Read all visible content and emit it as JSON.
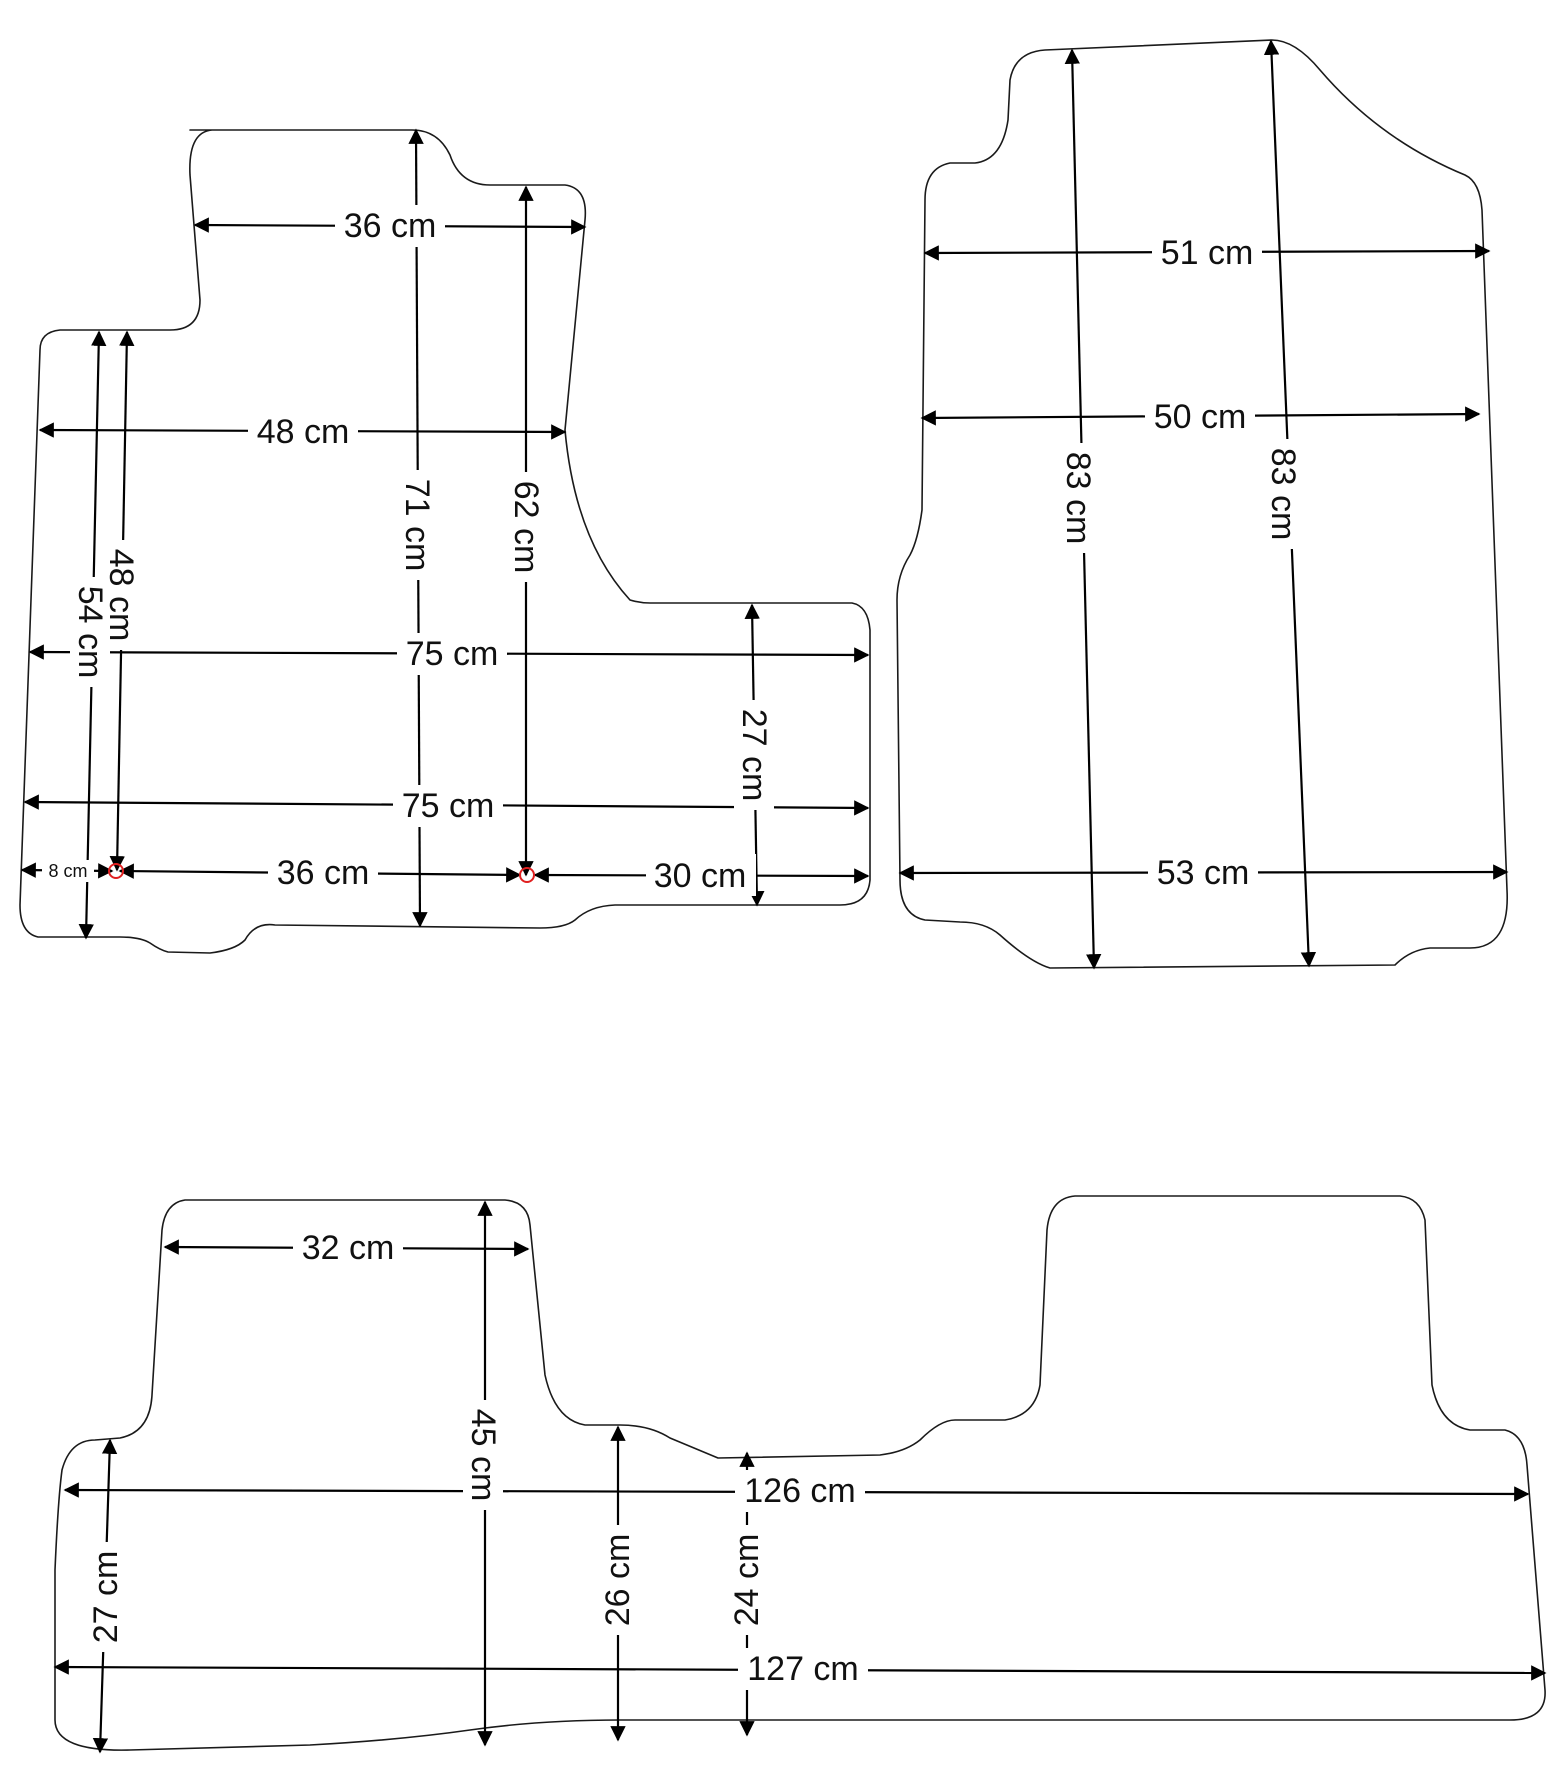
{
  "mats": {
    "front_left": {
      "dims": {
        "top_width": "36 cm",
        "upper_width": "48 cm",
        "mid_width": "75 cm",
        "lower_width": "75 cm",
        "height_center": "71 cm",
        "height_inner": "62 cm",
        "left_height_outer": "54 cm",
        "left_height_inner": "48 cm",
        "right_step_height": "27 cm",
        "bottom_left_small": "8 cm",
        "bottom_mid": "36 cm",
        "bottom_right": "30 cm"
      }
    },
    "front_right": {
      "dims": {
        "width_top": "51 cm",
        "width_mid": "50 cm",
        "width_bottom": "53 cm",
        "height_left": "83 cm",
        "height_right": "83 cm"
      }
    },
    "rear": {
      "dims": {
        "top_width": "32 cm",
        "height_tab": "45 cm",
        "left_height": "27 cm",
        "mid_height_a": "26 cm",
        "mid_height_b": "24 cm",
        "width_upper": "126 cm",
        "width_lower": "127 cm"
      }
    }
  },
  "colors": {
    "outline": "#1a1a1a",
    "dimension_line": "#000000",
    "marker": "#e02020"
  }
}
